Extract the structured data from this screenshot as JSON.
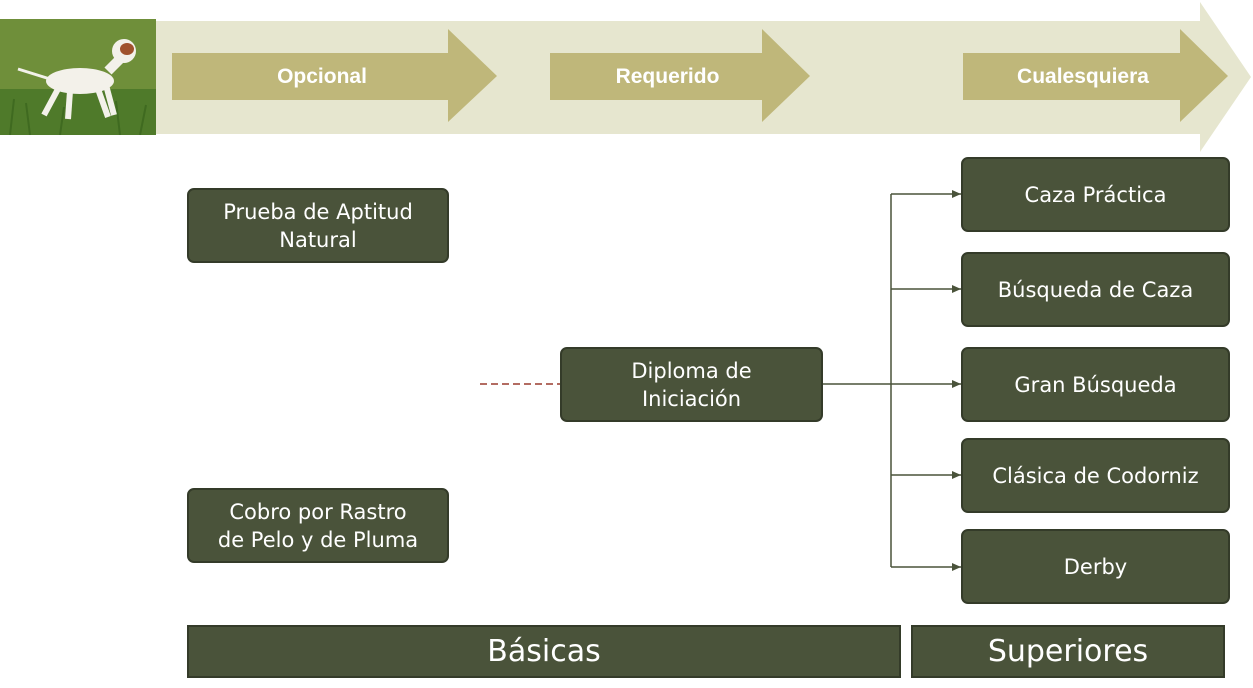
{
  "stages": {
    "optional": "Opcional",
    "required": "Requerido",
    "any": "Cualesquiera"
  },
  "photo": {
    "alt": "pointer-dog-photo"
  },
  "boxes": {
    "aptitud": "Prueba de Aptitud\nNatural",
    "cobro": "Cobro por Rastro\nde Pelo y de Pluma",
    "diploma": "Diploma de\nIniciación",
    "caza_practica": "Caza Práctica",
    "busqueda_caza": "Búsqueda de Caza",
    "gran_busqueda": "Gran Búsqueda",
    "clasica_codorniz": "Clásica de Codorniz",
    "derby": "Derby"
  },
  "categories": {
    "basicas": "Básicas",
    "superiores": "Superiores"
  },
  "colors": {
    "box_fill": "#4a533a",
    "banner_light": "#e6e6cf",
    "banner_arrow": "#bfb77a",
    "dashed_link": "#9a3b2f"
  }
}
